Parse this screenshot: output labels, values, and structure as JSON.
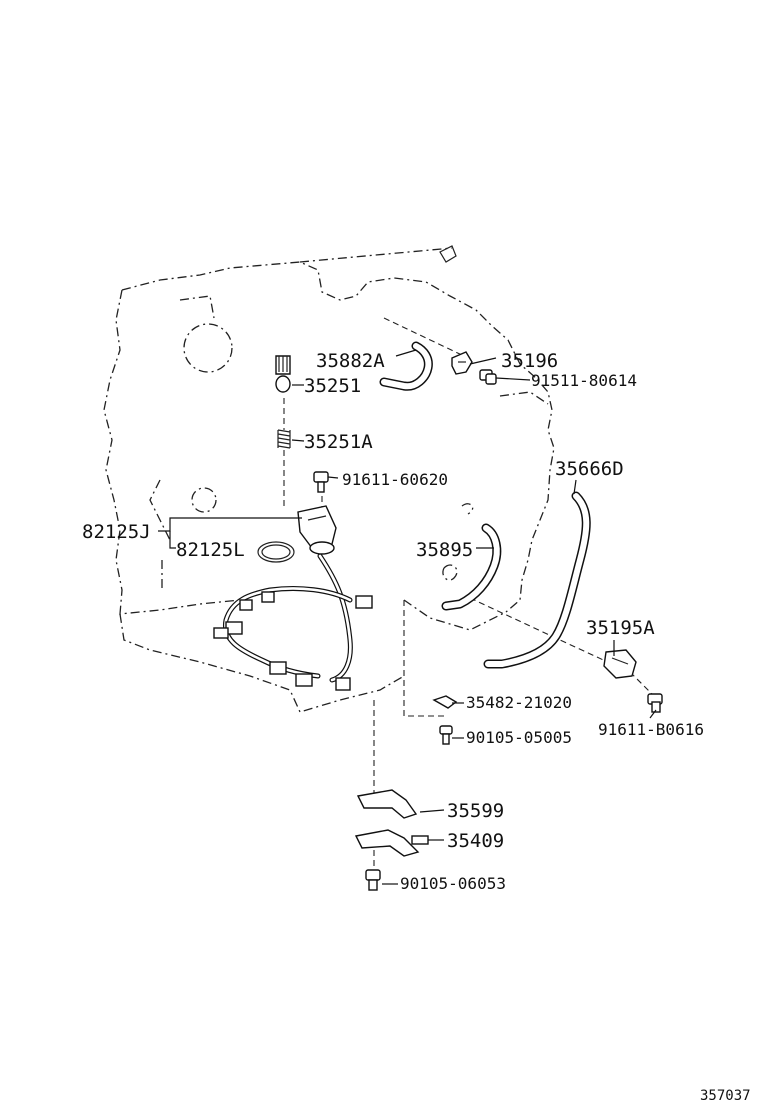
{
  "parts": {
    "p35882A": "35882A",
    "p35196": "35196",
    "p91511_80614": "91511-80614",
    "p35251": "35251",
    "p35251A": "35251A",
    "p91611_60620": "91611-60620",
    "p35666D": "35666D",
    "p82125J": "82125J",
    "p82125L": "82125L",
    "p35895": "35895",
    "p35195A": "35195A",
    "p35482_21020": "35482-21020",
    "p91611_B0616": "91611-B0616",
    "p90105_05005": "90105-05005",
    "p35599": "35599",
    "p35409": "35409",
    "p90105_06053": "90105-06053"
  },
  "diagram_ref": "357037"
}
